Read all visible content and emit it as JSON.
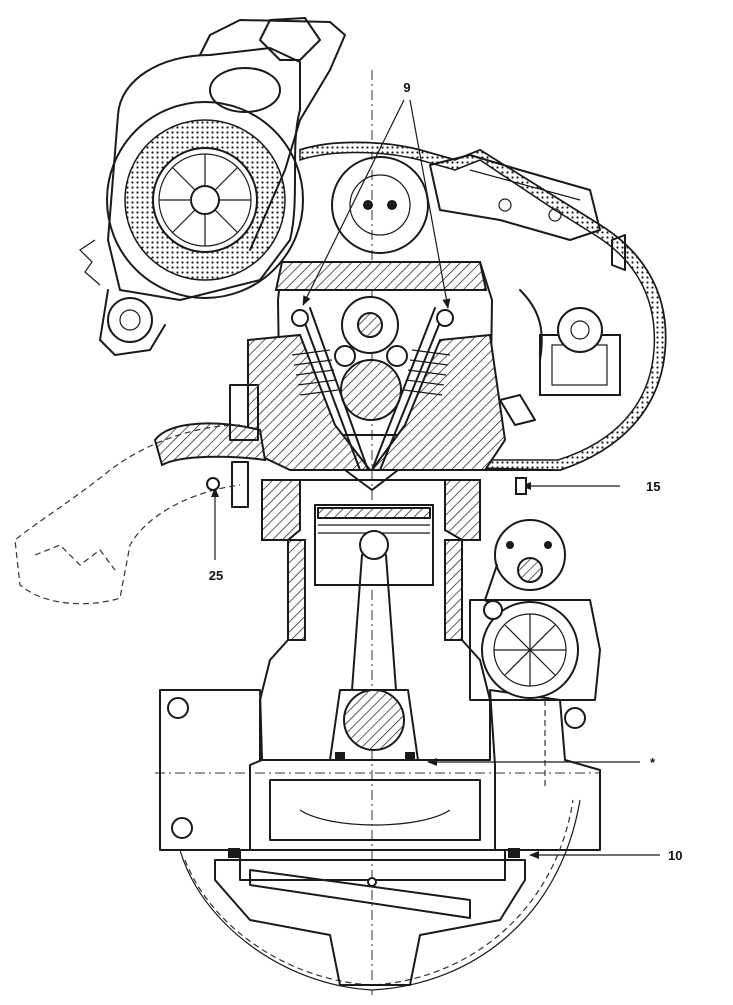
{
  "callouts": {
    "valves": "9",
    "head_bolt": "15",
    "manifold_nut": "25",
    "big_end": "*",
    "sump_bolt": "10"
  },
  "colors": {
    "line": "#1a1a1a",
    "background": "#ffffff"
  }
}
